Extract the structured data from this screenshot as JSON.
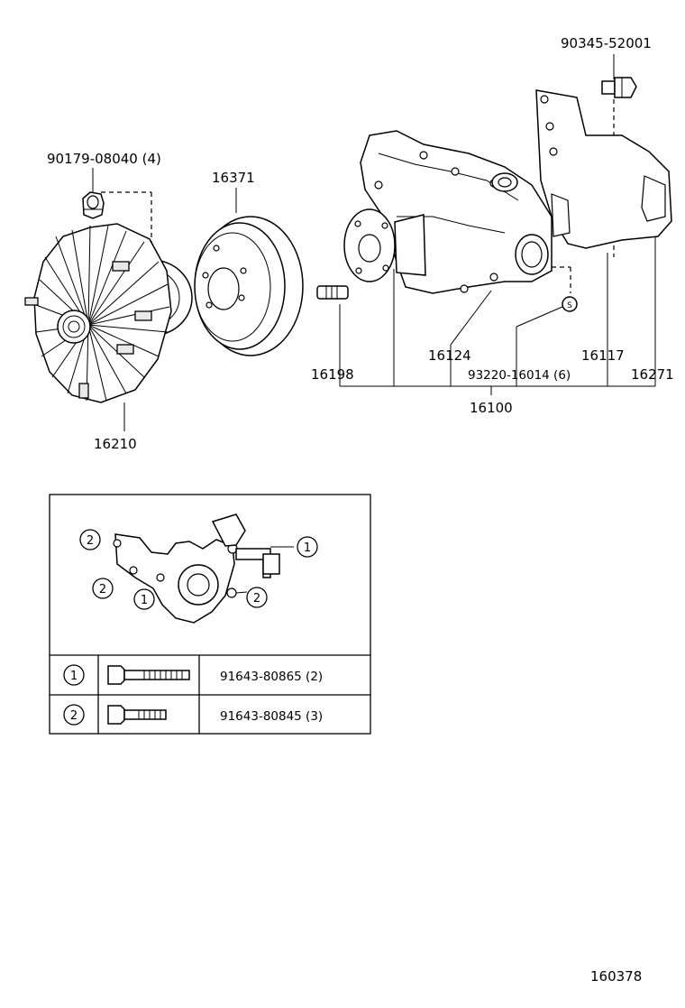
{
  "parts": {
    "nut_90179": "90179-08040 (4)",
    "pulley_16371": "16371",
    "plug_90345": "90345-52001",
    "fan_clutch_16210": "16210",
    "stud_16198": "16198",
    "pump_assy_16100": "16100",
    "gasket_16124": "16124",
    "gasket_93220": "93220-16014 (6)",
    "plate_16117": "16117",
    "gasket_16271": "16271"
  },
  "inset": {
    "callouts": [
      "1",
      "2"
    ],
    "rows": [
      {
        "key": "1",
        "part": "91643-80865 (2)"
      },
      {
        "key": "2",
        "part": "91643-80845 (3)"
      }
    ]
  },
  "figure_id": "160378"
}
